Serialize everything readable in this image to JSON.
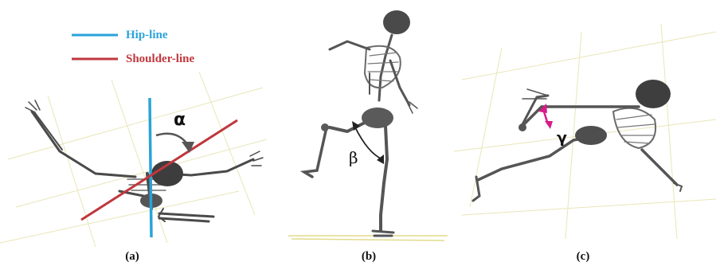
{
  "legend": {
    "hip_line": "Hip-line",
    "shoulder_line": "Shoulder-line",
    "hip_color": "#2aa3d9",
    "shoulder_color": "#c0373e"
  },
  "angles": {
    "alpha": "α",
    "beta": "β",
    "gamma": "γ",
    "gamma_marker_color": "#d81b8a"
  },
  "captions": {
    "a": "(a)",
    "b": "(b)",
    "c": "(c)"
  }
}
